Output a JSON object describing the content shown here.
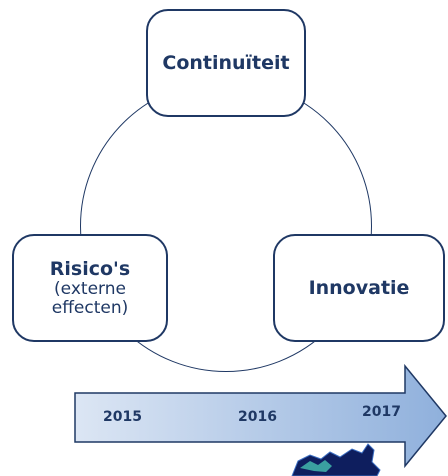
{
  "nodes": {
    "top": {
      "title": "Continuïteit"
    },
    "left": {
      "title": "Risico's",
      "sub1": "(externe",
      "sub2": "effecten)"
    },
    "right": {
      "title": "Innovatie"
    }
  },
  "timeline": {
    "years": [
      "2015",
      "2016",
      "2017"
    ]
  },
  "colors": {
    "navy": "#1f3864",
    "arrow_light": "#dce6f4",
    "arrow_dark": "#8fb0dc"
  }
}
